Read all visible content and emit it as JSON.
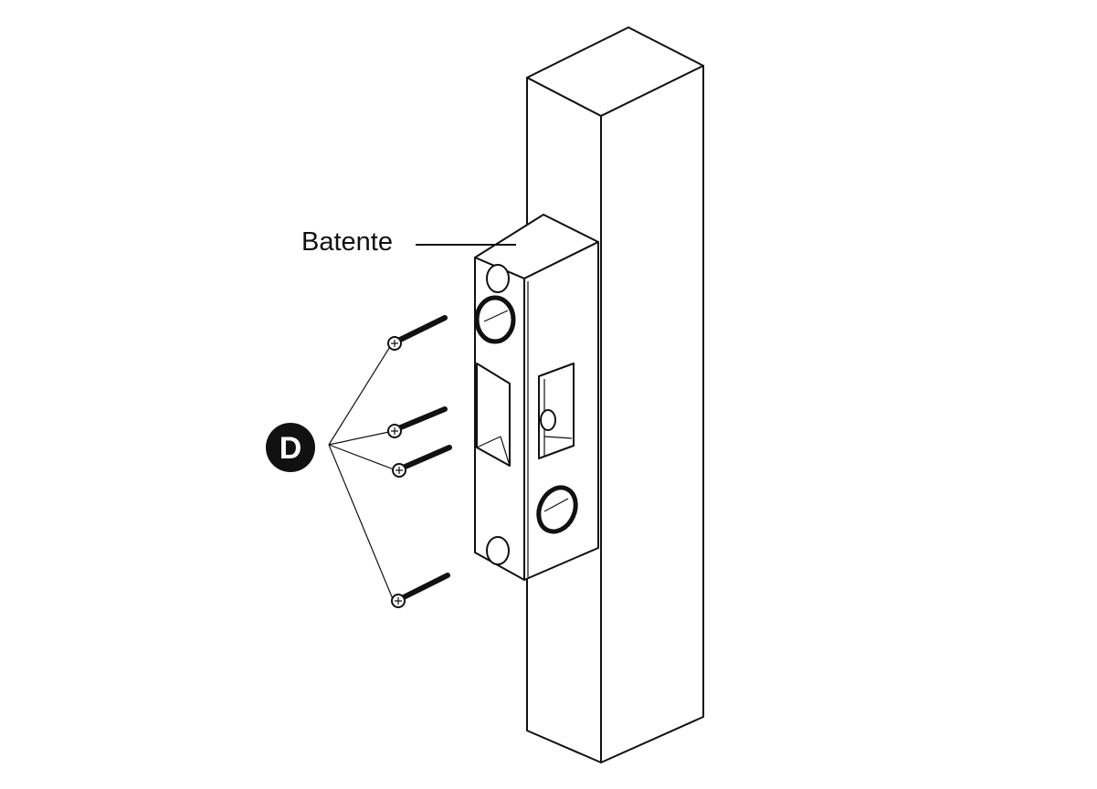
{
  "labels": {
    "strike_plate": "Batente",
    "screw_badge": "D"
  },
  "colors": {
    "line": "#111111",
    "background": "#ffffff"
  },
  "screw_count": 4
}
